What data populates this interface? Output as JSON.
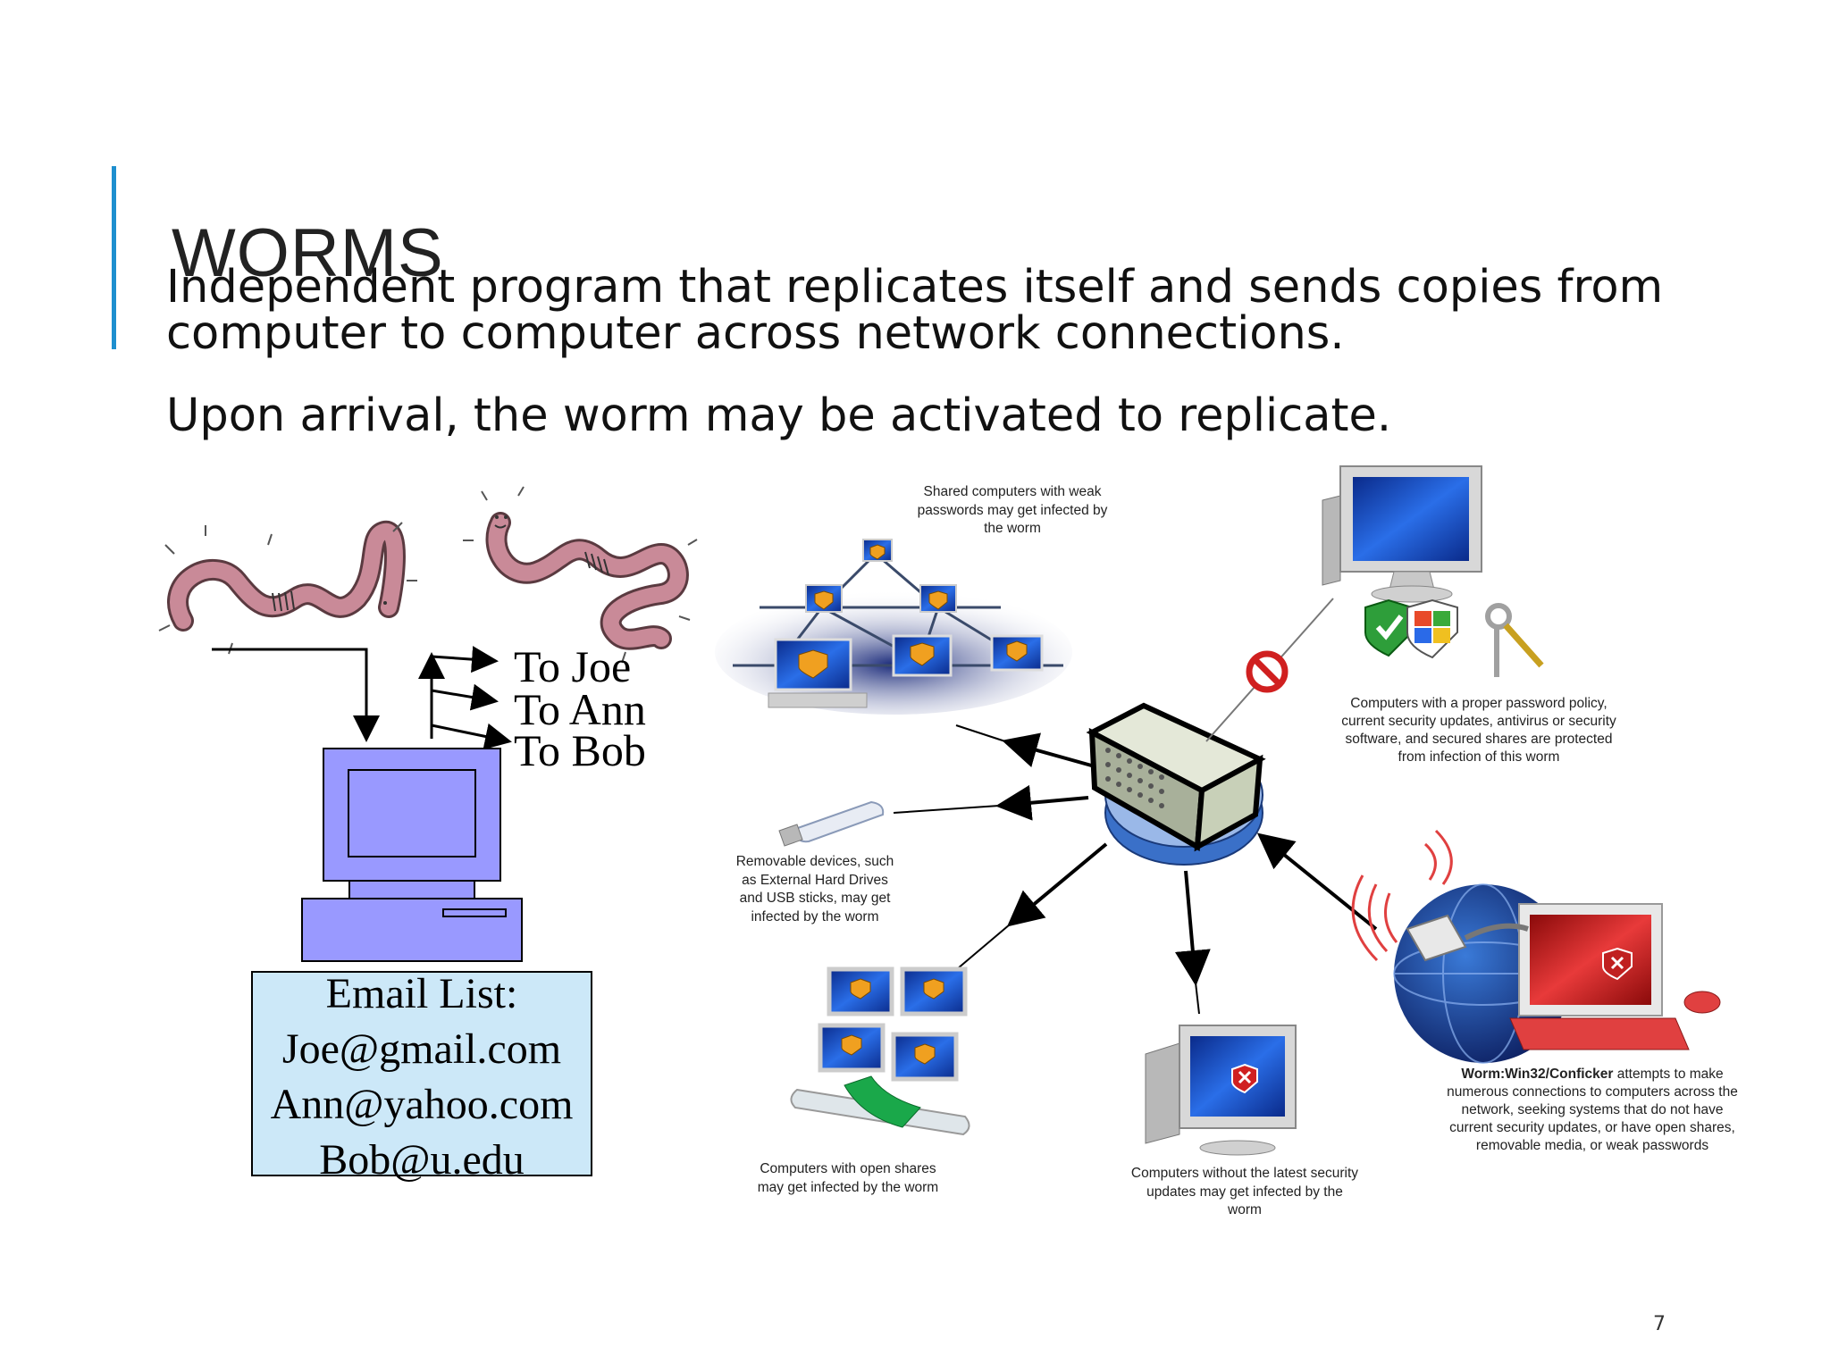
{
  "slide": {
    "title": "WORMS",
    "paragraphs": [
      "Independent program that replicates itself and sends copies from\ncomputer to computer across network connections.",
      "Upon arrival, the worm may be activated to replicate."
    ],
    "page_number": "7"
  },
  "left_figure": {
    "recipients": [
      "To Joe",
      "To Ann",
      "To Bob"
    ],
    "email_list": {
      "heading": "Email List:",
      "entries": [
        "Joe@gmail.com",
        "Ann@yahoo.com",
        "Bob@u.edu"
      ]
    }
  },
  "right_figure": {
    "captions": {
      "shared_computers": [
        "Shared computers with weak",
        "passwords may get infected by",
        "the worm"
      ],
      "protected_computers": [
        "Computers with a proper password policy,",
        "current security updates, antivirus or security",
        "software, and secured shares are protected",
        "from infection of this worm"
      ],
      "removable_devices": [
        "Removable devices, such",
        "as External Hard Drives",
        "and USB sticks, may get",
        "infected by the worm"
      ],
      "open_shares": [
        "Computers with open shares",
        "may get infected by the worm"
      ],
      "no_updates": [
        "Computers without the latest security",
        "updates may get infected by the",
        "worm"
      ],
      "conficker_bold": "Worm:Win32/Conficker",
      "conficker": [
        " attempts to make",
        "numerous connections to computers across the",
        "network, seeking systems that do not have",
        "current security updates, or have open shares,",
        "removable media, or weak passwords"
      ]
    }
  },
  "colors": {
    "accent": "#1e8fcf",
    "worm": "#c98a98",
    "computer": "#9999ff",
    "email_box": "#cce8f8"
  }
}
